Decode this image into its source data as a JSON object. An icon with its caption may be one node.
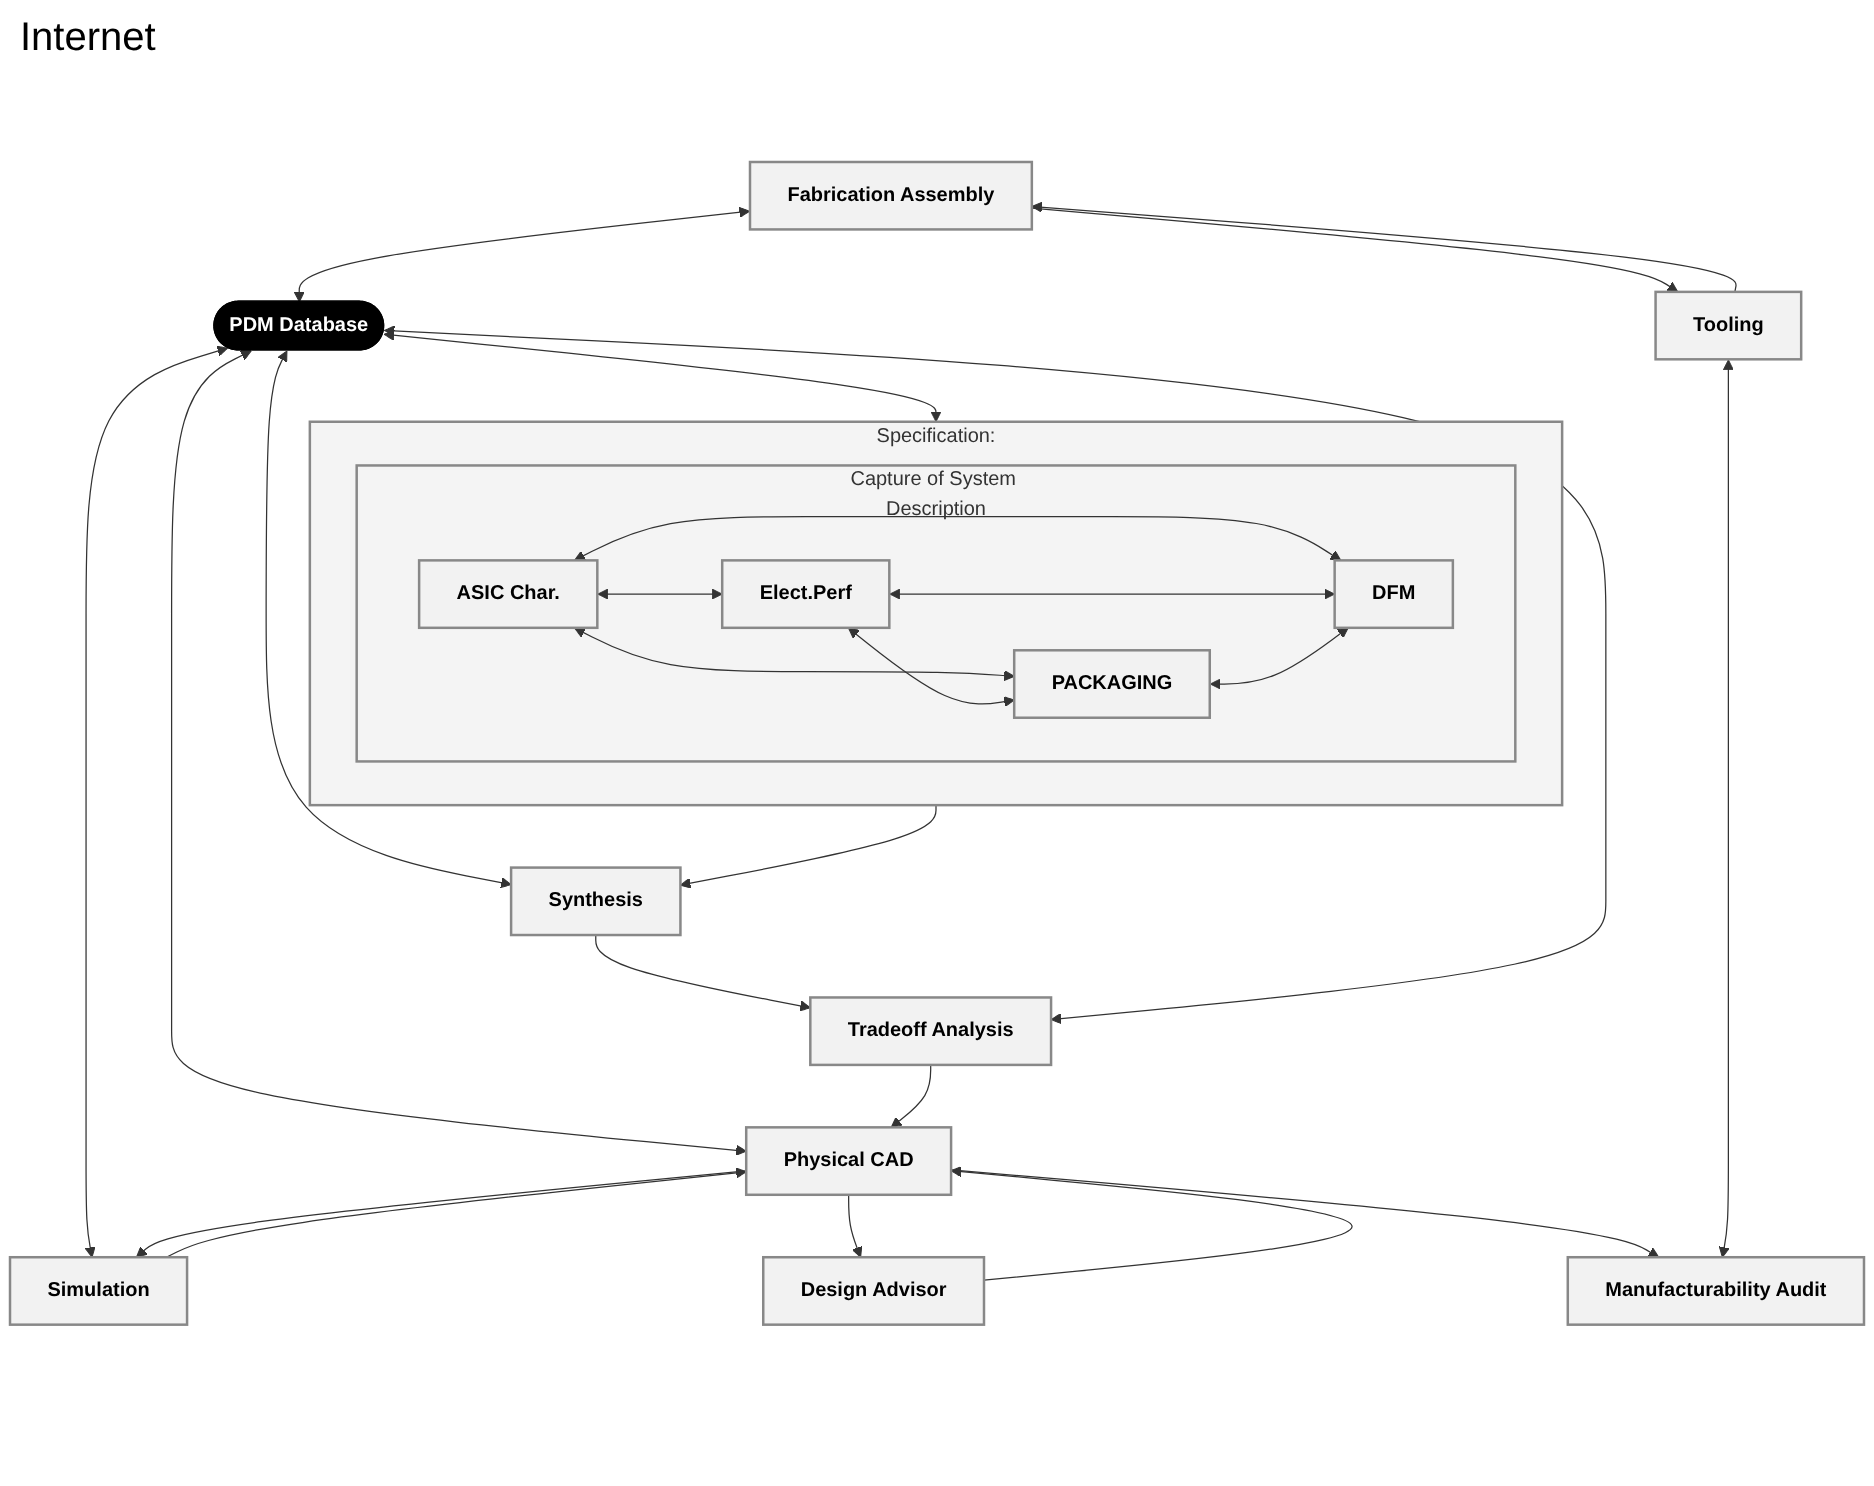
{
  "diagram": {
    "nodes": [
      {
        "text": [
          "Specification:"
        ]
      },
      {
        "text": [
          "Capture of System Description"
        ],
        "in": 0
      },
      {
        "text": [
          "ASIC Char."
        ],
        "in": 1
      },
      {
        "text": [
          "PACKAGING"
        ],
        "in": 1
      },
      {
        "text": [
          "Elect.Perf"
        ],
        "in": 1
      },
      {
        "text": [
          "DFM"
        ],
        "in": 1
      },
      {
        "text": [
          "Synthesis"
        ]
      },
      {
        "text": [
          "PDM Database"
        ]
      },
      {
        "text": [
          "Tradeoff Analysis"
        ]
      },
      {
        "text": [
          "Fabrication Assembly"
        ]
      },
      {
        "text": [
          "Simulation"
        ]
      },
      {
        "text": [
          "Physical CAD"
        ]
      },
      {
        "text": [
          "Tooling"
        ]
      },
      {
        "text": [
          "Design Advisor"
        ]
      },
      {
        "text": [
          "Manufacturability Audit"
        ]
      }
    ],
    "edges": [
      {
        "from": 2,
        "to": 3,
        "arrow": "both"
      },
      {
        "from": 2,
        "to": 5,
        "arrow": "both"
      },
      {
        "from": 4,
        "to": 3,
        "arrow": "both"
      },
      {
        "from": 4,
        "to": 5,
        "arrow": "both"
      },
      {
        "from": 2,
        "to": 4,
        "arrow": "both"
      },
      {
        "from": 3,
        "to": 5,
        "arrow": "both"
      },
      {
        "from": 7,
        "to": 0,
        "arrow": "both"
      },
      {
        "from": 7,
        "to": 6,
        "arrow": "both"
      },
      {
        "from": 0,
        "to": 6,
        "arrow": "to"
      },
      {
        "from": 6,
        "to": 8,
        "arrow": "to"
      },
      {
        "from": 7,
        "to": 8,
        "arrow": "both"
      },
      {
        "from": 9,
        "to": 7,
        "arrow": "both"
      },
      {
        "from": 7,
        "to": 10,
        "arrow": "both"
      },
      {
        "from": 7,
        "to": 11,
        "arrow": "both"
      },
      {
        "from": 8,
        "to": 11,
        "arrow": "to"
      },
      {
        "from": 10,
        "to": 11,
        "arrow": "to"
      },
      {
        "from": 11,
        "to": 10,
        "arrow": "to"
      },
      {
        "from": 11,
        "to": 13,
        "arrow": "to"
      },
      {
        "from": 13,
        "to": 11,
        "arrow": "to"
      },
      {
        "from": 11,
        "to": 14,
        "arrow": "to"
      },
      {
        "from": 12,
        "to": 9,
        "arrow": "to"
      },
      {
        "from": 9,
        "to": 12,
        "arrow": "to"
      },
      {
        "from": 12,
        "to": 14,
        "arrow": "both"
      }
    ],
    "labels": [
      "Internet"
    ]
  }
}
